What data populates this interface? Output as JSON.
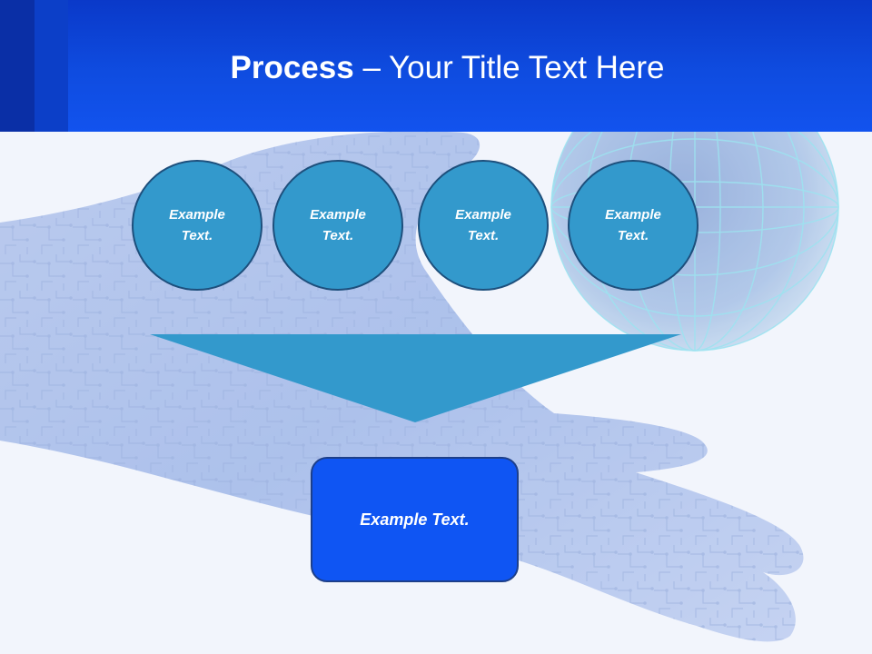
{
  "header": {
    "title_bold": "Process",
    "title_rest": " – Your Title Text Here"
  },
  "steps": [
    {
      "label": "Example Text."
    },
    {
      "label": "Example Text."
    },
    {
      "label": "Example Text."
    },
    {
      "label": "Example Text."
    }
  ],
  "result": {
    "label": "Example Text."
  },
  "colors": {
    "header_blue": "#0f4ce0",
    "circle_fill": "#3399cc",
    "circle_border": "#1d4f7c",
    "funnel_fill": "#3399cc",
    "box_fill": "#0f55f3",
    "background": "#f2f5fc"
  },
  "background_image": {
    "icon": "circuit-hand-with-globe-icon"
  }
}
